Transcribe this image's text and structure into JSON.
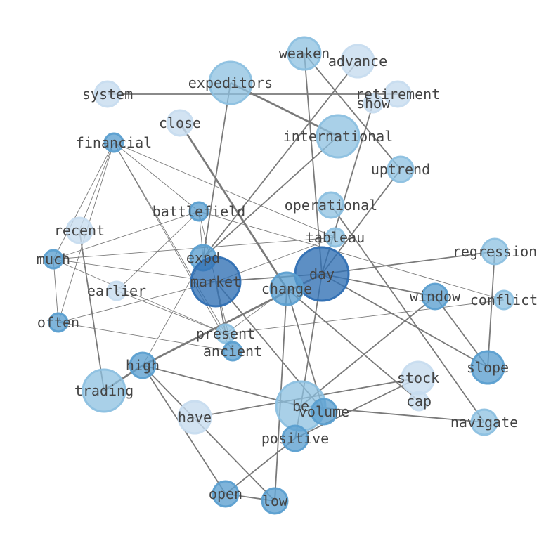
{
  "graph": {
    "palette": {
      "dark": "#2f6fb3",
      "mid": "#5b9fd0",
      "light": "#8cc0e0",
      "pale": "#c7dcef",
      "edge": "#7a7a7a",
      "text": "#444444"
    },
    "nodes": [
      {
        "id": "weaken",
        "label": "weaken",
        "shade": "light",
        "weight": 3
      },
      {
        "id": "advance",
        "label": "advance",
        "shade": "pale",
        "weight": 3
      },
      {
        "id": "expeditors",
        "label": "expeditors",
        "shade": "light",
        "weight": 4
      },
      {
        "id": "system",
        "label": "system",
        "shade": "pale",
        "weight": 2
      },
      {
        "id": "retirement",
        "label": "retirement",
        "shade": "pale",
        "weight": 2
      },
      {
        "id": "show",
        "label": "show",
        "shade": "pale",
        "weight": 1
      },
      {
        "id": "close",
        "label": "close",
        "shade": "pale",
        "weight": 2
      },
      {
        "id": "international",
        "label": "international",
        "shade": "light",
        "weight": 4
      },
      {
        "id": "financial",
        "label": "financial",
        "shade": "mid",
        "weight": 1
      },
      {
        "id": "uptrend",
        "label": "uptrend",
        "shade": "light",
        "weight": 2
      },
      {
        "id": "battlefield",
        "label": "battlefield",
        "shade": "mid",
        "weight": 1
      },
      {
        "id": "operational",
        "label": "operational",
        "shade": "light",
        "weight": 2
      },
      {
        "id": "recent",
        "label": "recent",
        "shade": "pale",
        "weight": 2
      },
      {
        "id": "tableau",
        "label": "tableau",
        "shade": "light",
        "weight": 1
      },
      {
        "id": "much",
        "label": "much",
        "shade": "mid",
        "weight": 1
      },
      {
        "id": "expd",
        "label": "expd",
        "shade": "mid",
        "weight": 2
      },
      {
        "id": "regression",
        "label": "regression",
        "shade": "light",
        "weight": 2
      },
      {
        "id": "day",
        "label": "day",
        "shade": "dark",
        "weight": 6
      },
      {
        "id": "market",
        "label": "market",
        "shade": "dark",
        "weight": 5
      },
      {
        "id": "change",
        "label": "change",
        "shade": "mid",
        "weight": 3
      },
      {
        "id": "earlier",
        "label": "earlier",
        "shade": "pale",
        "weight": 1
      },
      {
        "id": "window",
        "label": "window",
        "shade": "mid",
        "weight": 2
      },
      {
        "id": "conflict",
        "label": "conflict",
        "shade": "light",
        "weight": 1
      },
      {
        "id": "often",
        "label": "often",
        "shade": "mid",
        "weight": 1
      },
      {
        "id": "present",
        "label": "present",
        "shade": "light",
        "weight": 1
      },
      {
        "id": "ancient",
        "label": "ancient",
        "shade": "mid",
        "weight": 1
      },
      {
        "id": "high",
        "label": "high",
        "shade": "mid",
        "weight": 2
      },
      {
        "id": "slope",
        "label": "slope",
        "shade": "mid",
        "weight": 3
      },
      {
        "id": "stock",
        "label": "stock",
        "shade": "pale",
        "weight": 3
      },
      {
        "id": "trading",
        "label": "trading",
        "shade": "light",
        "weight": 4
      },
      {
        "id": "be",
        "label": "be",
        "shade": "light",
        "weight": 5
      },
      {
        "id": "cap",
        "label": "cap",
        "shade": "pale",
        "weight": 1
      },
      {
        "id": "volume",
        "label": "volume",
        "shade": "mid",
        "weight": 2
      },
      {
        "id": "have",
        "label": "have",
        "shade": "pale",
        "weight": 3
      },
      {
        "id": "navigate",
        "label": "navigate",
        "shade": "light",
        "weight": 2
      },
      {
        "id": "positive",
        "label": "positive",
        "shade": "mid",
        "weight": 2
      },
      {
        "id": "open",
        "label": "open",
        "shade": "mid",
        "weight": 2
      },
      {
        "id": "low",
        "label": "low",
        "shade": "mid",
        "weight": 2
      }
    ],
    "edges": [
      [
        "system",
        "retirement",
        2
      ],
      [
        "expeditors",
        "international",
        3
      ],
      [
        "expeditors",
        "expd",
        2
      ],
      [
        "weaken",
        "day",
        2
      ],
      [
        "weaken",
        "uptrend",
        2
      ],
      [
        "advance",
        "expd",
        2
      ],
      [
        "international",
        "expd",
        2
      ],
      [
        "show",
        "day",
        2
      ],
      [
        "close",
        "change",
        3
      ],
      [
        "uptrend",
        "day",
        2
      ],
      [
        "operational",
        "navigate",
        2
      ],
      [
        "financial",
        "much",
        1
      ],
      [
        "financial",
        "recent",
        1
      ],
      [
        "financial",
        "often",
        1
      ],
      [
        "financial",
        "battlefield",
        1
      ],
      [
        "financial",
        "present",
        1
      ],
      [
        "financial",
        "ancient",
        1
      ],
      [
        "financial",
        "tableau",
        1
      ],
      [
        "battlefield",
        "much",
        1
      ],
      [
        "battlefield",
        "earlier",
        1
      ],
      [
        "battlefield",
        "expd",
        1
      ],
      [
        "battlefield",
        "conflict",
        1
      ],
      [
        "battlefield",
        "ancient",
        1
      ],
      [
        "much",
        "tableau",
        1
      ],
      [
        "much",
        "market",
        1
      ],
      [
        "much",
        "present",
        1
      ],
      [
        "much",
        "often",
        1
      ],
      [
        "often",
        "market",
        1
      ],
      [
        "often",
        "ancient",
        1
      ],
      [
        "recent",
        "trading",
        2
      ],
      [
        "earlier",
        "present",
        1
      ],
      [
        "tableau",
        "market",
        1
      ],
      [
        "present",
        "conflict",
        1
      ],
      [
        "present",
        "change",
        1
      ],
      [
        "market",
        "present",
        2
      ],
      [
        "market",
        "day",
        2
      ],
      [
        "market",
        "volume",
        2
      ],
      [
        "expd",
        "high",
        1
      ],
      [
        "day",
        "regression",
        2
      ],
      [
        "day",
        "window",
        2
      ],
      [
        "day",
        "slope",
        2
      ],
      [
        "day",
        "high",
        3
      ],
      [
        "day",
        "be",
        2
      ],
      [
        "change",
        "cap",
        2
      ],
      [
        "change",
        "low",
        2
      ],
      [
        "change",
        "volume",
        2
      ],
      [
        "window",
        "slope",
        2
      ],
      [
        "window",
        "be",
        2
      ],
      [
        "regression",
        "slope",
        2
      ],
      [
        "high",
        "trading",
        3
      ],
      [
        "high",
        "be",
        2
      ],
      [
        "high",
        "open",
        2
      ],
      [
        "high",
        "low",
        2
      ],
      [
        "have",
        "stock",
        2
      ],
      [
        "be",
        "navigate",
        2
      ],
      [
        "be",
        "positive",
        2
      ],
      [
        "positive",
        "open",
        2
      ],
      [
        "positive",
        "stock",
        2
      ],
      [
        "open",
        "low",
        2
      ]
    ]
  }
}
